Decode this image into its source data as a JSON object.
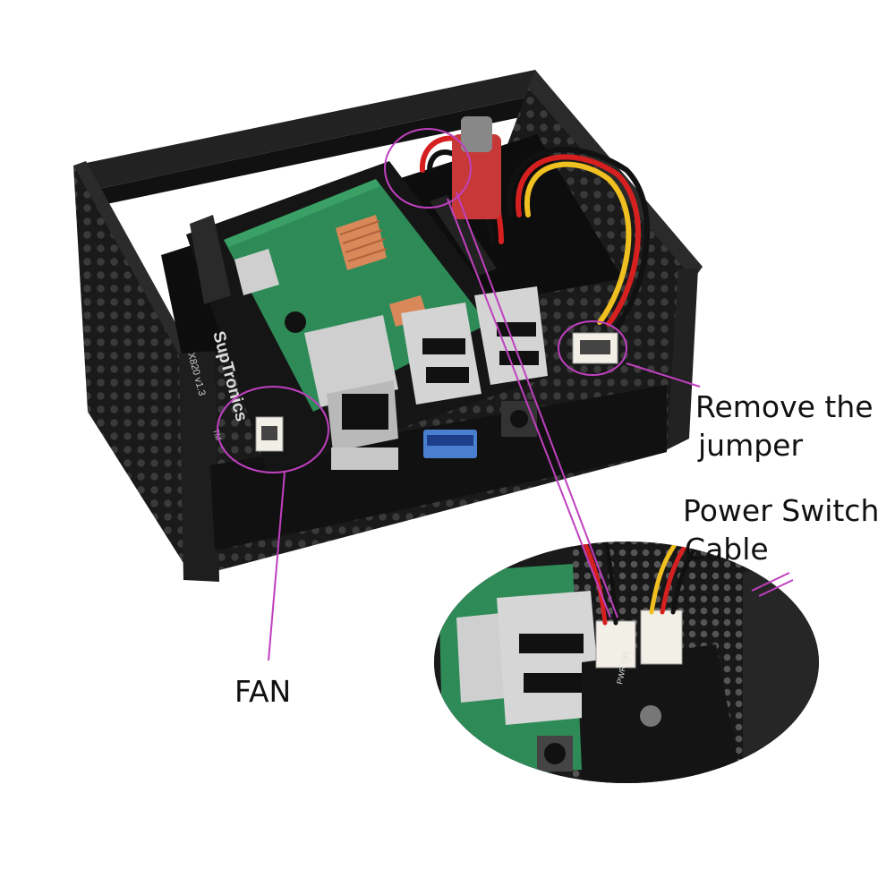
{
  "image": {
    "description_free": true
  },
  "callouts": {
    "remove_jumper_line1": "Remove the",
    "remove_jumper_line2": "jumper",
    "power_switch_line1": "Power Switch",
    "power_switch_line2": "Cable",
    "fan": "FAN"
  },
  "board_markings": {
    "brand": "SupTronics",
    "tm": "TM",
    "version": "X820 v1.3",
    "pwr_on": "PWR ON"
  },
  "colors": {
    "callout_line": "#c040c0",
    "case_black": "#141414",
    "pcb_green": "#2e8b57",
    "wire_red": "#d62020",
    "wire_yellow": "#f0c020"
  }
}
